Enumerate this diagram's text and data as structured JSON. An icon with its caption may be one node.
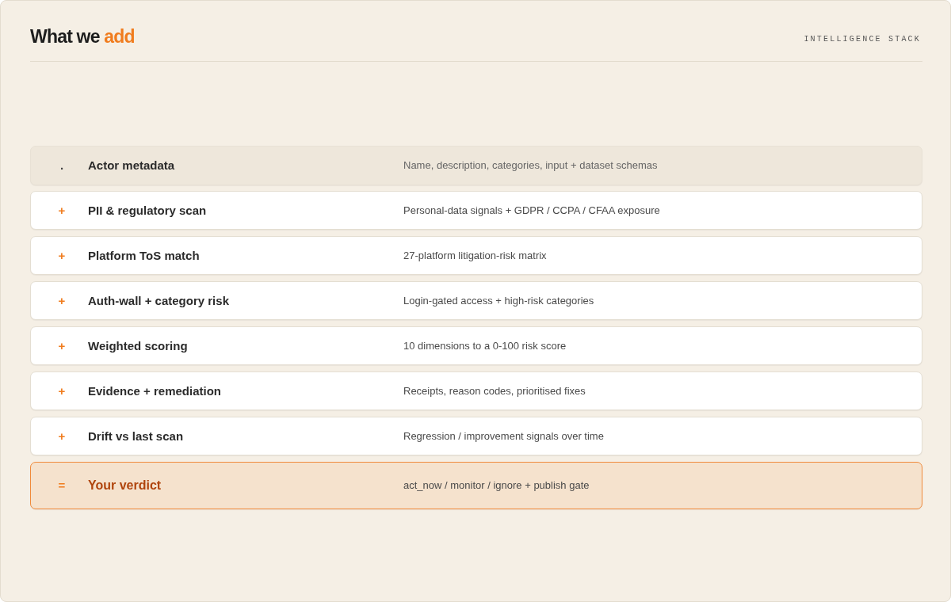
{
  "diagram": {
    "title": "What we add",
    "nodes": [
      {
        "text": [
          ".",
          "Actor metadata",
          "Name, description, categories, input + dataset schemas"
        ]
      },
      {
        "text": [
          "+",
          "PII & regulatory scan",
          "Personal-data signals + GDPR / CCPA / CFAA exposure"
        ]
      },
      {
        "text": [
          "+",
          "Platform ToS match",
          "27-platform litigation-risk matrix"
        ]
      },
      {
        "text": [
          "+",
          "Auth-wall + category risk",
          "Login-gated access + high-risk categories"
        ]
      },
      {
        "text": [
          "+",
          "Weighted scoring",
          "10 dimensions to a 0-100 risk score"
        ]
      },
      {
        "text": [
          "+",
          "Evidence + remediation",
          "Receipts, reason codes, prioritised fixes"
        ]
      },
      {
        "text": [
          "+",
          "Drift vs last scan",
          "Regression / improvement signals over time"
        ]
      },
      {
        "text": [
          "=",
          "Your verdict",
          "act_now / monitor / ignore + publish gate"
        ]
      }
    ],
    "labels": [
      "INTELLIGENCE STACK"
    ]
  }
}
